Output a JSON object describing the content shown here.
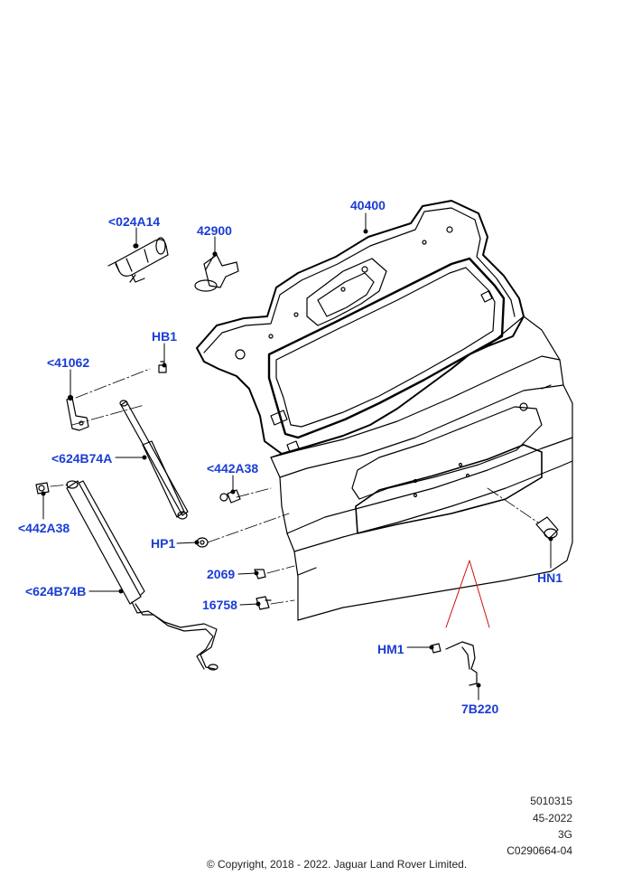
{
  "labels": {
    "p40400": "40400",
    "p024A14": "<024A14",
    "p42900": "42900",
    "pHB1": "HB1",
    "p41062": "<41062",
    "p624B74A": "<624B74A",
    "p442A38_upper": "<442A38",
    "p442A38_lower": "<442A38",
    "pHP1": "HP1",
    "p2069": "2069",
    "p16758": "16758",
    "p624B74B": "<624B74B",
    "pHN1": "HN1",
    "pHM1": "HM1",
    "p7B220": "7B220"
  },
  "footer": {
    "line1": "5010315",
    "line2": "45-2022",
    "line3": "3G",
    "line4": "C0290664-04",
    "copyright": "© Copyright, 2018 - 2022. Jaguar Land Rover Limited."
  },
  "colors": {
    "label": "#1a3cd6",
    "line": "#000000",
    "callout": "#d01010"
  }
}
